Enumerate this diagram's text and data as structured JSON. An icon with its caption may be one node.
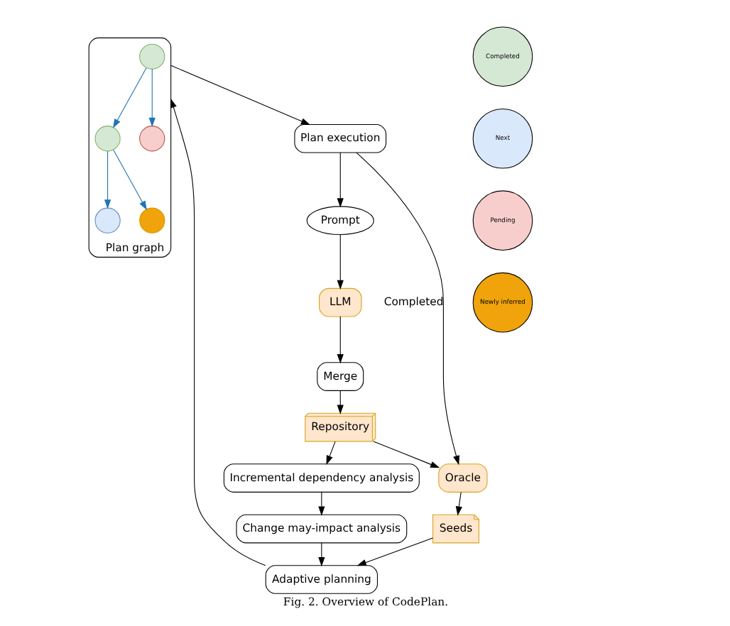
{
  "diagram": {
    "caption": "Fig. 2. Overview of CodePlan.",
    "nodes": [
      {
        "text": [
          "Merge"
        ]
      },
      {
        "text": [
          "LLM"
        ]
      },
      {
        "text": [
          "Repository"
        ]
      },
      {
        "text": [
          "Incremental dependency analysis"
        ]
      },
      {
        "text": [
          "Seeds"
        ]
      },
      {
        "text": [
          "Change may-impact analysis"
        ]
      },
      {
        "text": [
          "Prompt"
        ]
      },
      {
        "text": [
          "Plan execution"
        ]
      },
      {
        "text": [
          "Oracle"
        ]
      },
      {
        "text": [
          "Adaptive planning"
        ]
      },
      {
        "text": [
          "Plan graph"
        ]
      },
      {
        "text": [],
        "shape": "circle",
        "in": 10
      },
      {
        "text": [],
        "shape": "circle",
        "in": 10
      },
      {
        "text": [],
        "shape": "circle",
        "in": 10
      },
      {
        "text": [],
        "shape": "circle",
        "in": 10
      },
      {
        "text": [],
        "shape": "circle",
        "in": 10
      }
    ],
    "edges": [
      {
        "from": 1,
        "to": 0,
        "arrow": "to"
      },
      {
        "from": 0,
        "to": 2,
        "arrow": "to"
      },
      {
        "from": 2,
        "to": 3,
        "arrow": "to"
      },
      {
        "from": 2,
        "to": 8,
        "arrow": "to"
      },
      {
        "from": 3,
        "to": 5,
        "arrow": "to"
      },
      {
        "from": 5,
        "to": 9,
        "arrow": "to"
      },
      {
        "from": 4,
        "to": 9,
        "arrow": "to"
      },
      {
        "from": 8,
        "to": 4,
        "arrow": "to"
      },
      {
        "from": 9,
        "to": 10,
        "arrow": "to"
      },
      {
        "from": 10,
        "to": 7,
        "arrow": "to"
      },
      {
        "from": 7,
        "to": 6,
        "arrow": "to"
      },
      {
        "from": 6,
        "to": 1,
        "arrow": "to"
      },
      {
        "from": 7,
        "to": 8,
        "arrow": "to",
        "label": "Completed"
      },
      {
        "from": 11,
        "to": 12,
        "arrow": "to",
        "color": "#1f74b8"
      },
      {
        "from": 11,
        "to": 13,
        "arrow": "to",
        "color": "#1f74b8"
      },
      {
        "from": 12,
        "to": 14,
        "arrow": "to",
        "color": "#1f74b8"
      },
      {
        "from": 12,
        "to": 15,
        "arrow": "to",
        "color": "#1f74b8"
      }
    ],
    "legend": [
      {
        "text": "Completed",
        "color": "#d5e8d4"
      },
      {
        "text": "Next",
        "color": "#dae8fc"
      },
      {
        "text": "Pending",
        "color": "#f8cecc"
      },
      {
        "text": "Newly inferred",
        "color": "#f0a30a"
      }
    ]
  }
}
